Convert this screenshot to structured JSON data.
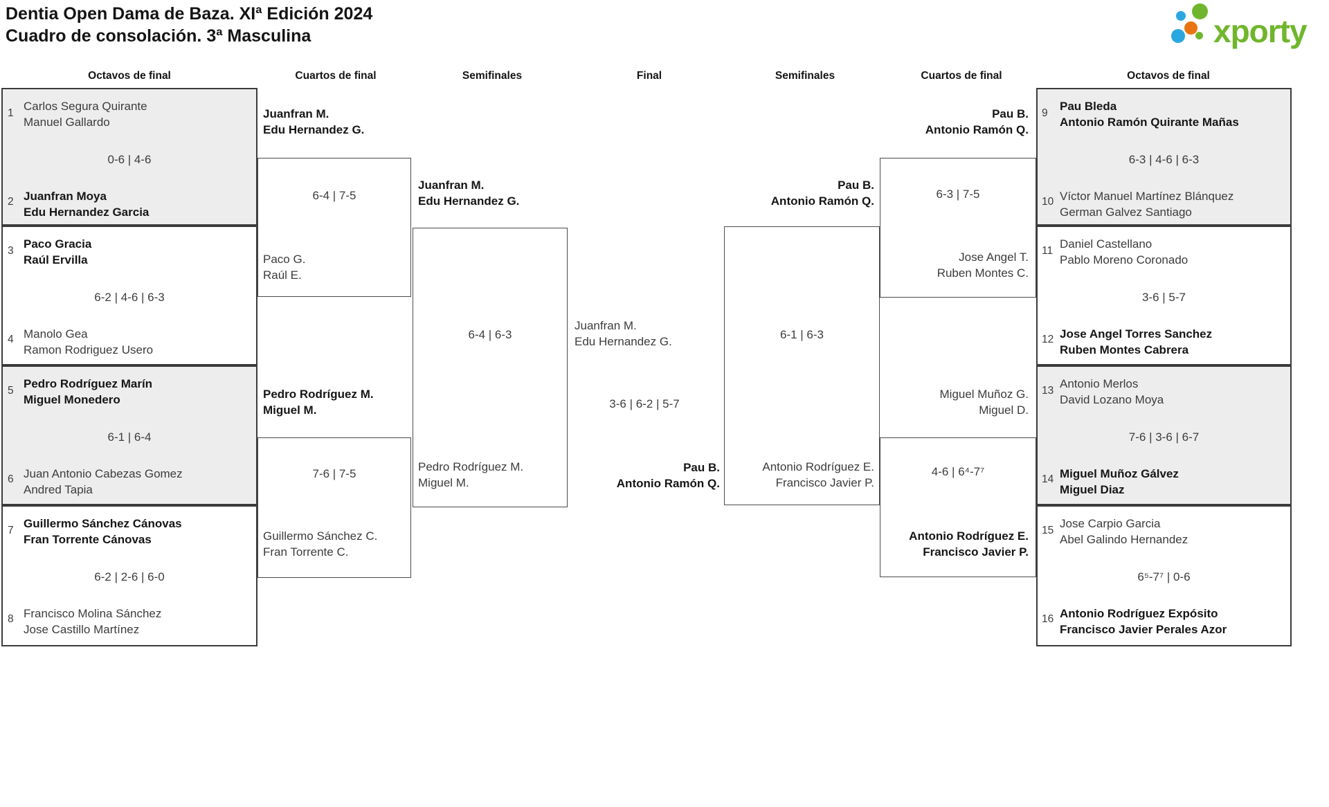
{
  "header": {
    "title_line1": "Dentia Open Dama de Baza. XIª Edición 2024",
    "title_line2": "Cuadro de consolación. 3ª Masculina",
    "logo_text": "xporty",
    "logo_colors": {
      "green": "#70b62c",
      "blue": "#29a8e0",
      "orange": "#e87511"
    }
  },
  "rounds": [
    "Octavos de final",
    "Cuartos de final",
    "Semifinales",
    "Final",
    "Semifinales",
    "Cuartos de final",
    "Octavos de final"
  ],
  "r16L": [
    {
      "s1": "1",
      "p1a": "Carlos Segura Quirante",
      "p1b": "Manuel Gallardo",
      "score": "0-6 | 4-6",
      "s2": "2",
      "p2a": "Juanfran Moya",
      "p2b": "Edu Hernandez Garcia",
      "winner": 2
    },
    {
      "s1": "3",
      "p1a": "Paco Gracia",
      "p1b": "Raúl Ervilla",
      "score": "6-2 | 4-6 | 6-3",
      "s2": "4",
      "p2a": "Manolo Gea",
      "p2b": "Ramon Rodriguez Usero",
      "winner": 1
    },
    {
      "s1": "5",
      "p1a": "Pedro Rodríguez Marín",
      "p1b": "Miguel Monedero",
      "score": "6-1 | 6-4",
      "s2": "6",
      "p2a": "Juan Antonio Cabezas Gomez",
      "p2b": "Andred Tapia",
      "winner": 1
    },
    {
      "s1": "7",
      "p1a": "Guillermo Sánchez Cánovas",
      "p1b": "Fran Torrente Cánovas",
      "score": "6-2 | 2-6 | 6-0",
      "s2": "8",
      "p2a": "Francisco Molina Sánchez",
      "p2b": "Jose Castillo Martínez",
      "winner": 1
    }
  ],
  "r16R": [
    {
      "s1": "9",
      "p1a": "Pau Bleda",
      "p1b": "Antonio Ramón Quirante Mañas",
      "score": "6-3 | 4-6 | 6-3",
      "s2": "10",
      "p2a": "Víctor Manuel Martínez Blánquez",
      "p2b": "German Galvez Santiago",
      "winner": 1
    },
    {
      "s1": "11",
      "p1a": "Daniel Castellano",
      "p1b": "Pablo Moreno Coronado",
      "score": "3-6 | 5-7",
      "s2": "12",
      "p2a": "Jose Angel Torres Sanchez",
      "p2b": "Ruben Montes Cabrera",
      "winner": 2
    },
    {
      "s1": "13",
      "p1a": "Antonio Merlos",
      "p1b": "David Lozano Moya",
      "score": "7-6 | 3-6 | 6-7",
      "s2": "14",
      "p2a": "Miguel Muñoz Gálvez",
      "p2b": "Miguel Diaz",
      "winner": 2
    },
    {
      "s1": "15",
      "p1a": "Jose Carpio Garcia",
      "p1b": "Abel Galindo Hernandez",
      "score": "6⁵-7⁷ | 0-6",
      "s2": "16",
      "p2a": "Antonio Rodríguez Expósito",
      "p2b": "Francisco Javier Perales Azor",
      "winner": 2
    }
  ],
  "qfL": [
    {
      "t1a": "Juanfran M.",
      "t1b": "Edu Hernandez G.",
      "score": "6-4 | 7-5",
      "t2a": "Paco G.",
      "t2b": "Raúl E.",
      "winner": 1
    },
    {
      "t1a": "Pedro Rodríguez M.",
      "t1b": "Miguel M.",
      "score": "7-6 | 7-5",
      "t2a": "Guillermo Sánchez C.",
      "t2b": "Fran Torrente C.",
      "winner": 1
    }
  ],
  "qfR": [
    {
      "t1a": "Pau B.",
      "t1b": "Antonio Ramón Q.",
      "score": "6-3 | 7-5",
      "t2a": "Jose Angel T.",
      "t2b": "Ruben Montes C.",
      "winner": 1
    },
    {
      "t1a": "Miguel Muñoz G.",
      "t1b": "Miguel D.",
      "score": "4-6 | 6⁴-7⁷",
      "t2a": "Antonio Rodríguez E.",
      "t2b": "Francisco Javier P.",
      "winner": 2
    }
  ],
  "sfL": {
    "t1a": "Juanfran M.",
    "t1b": "Edu Hernandez G.",
    "score": "6-4 | 6-3",
    "t2a": "Pedro Rodríguez M.",
    "t2b": "Miguel M.",
    "winner": 1
  },
  "sfR": {
    "t1a": "Pau B.",
    "t1b": "Antonio Ramón Q.",
    "score": "6-1 | 6-3",
    "t2a": "Antonio Rodríguez E.",
    "t2b": "Francisco Javier P.",
    "winner": 1
  },
  "final": {
    "t1a": "Juanfran M.",
    "t1b": "Edu Hernandez G.",
    "score": "3-6 | 6-2 | 5-7",
    "t2a": "Pau B.",
    "t2b": "Antonio Ramón Q.",
    "winner": 2
  }
}
